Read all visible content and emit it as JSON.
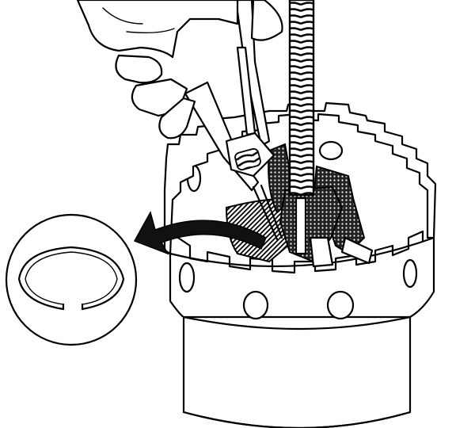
{
  "figure": {
    "subject": "snap-ring-removal",
    "text_labels": []
  },
  "parts": {
    "hand": "hand",
    "pliers": "snap-ring-pliers",
    "rod": "threaded-rod",
    "drum": "clutch-drum",
    "tool": "spring-compressor",
    "snap_ring": "snap-ring",
    "arrow": "removal-arrow"
  },
  "colors": {
    "line": "#000000",
    "background": "#ffffff",
    "shading": "#1a1a1a"
  }
}
